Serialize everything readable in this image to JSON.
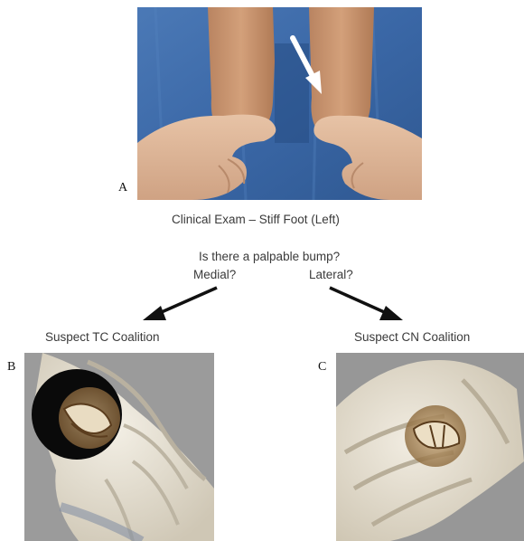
{
  "panel_a": {
    "letter": "A",
    "caption": "Clinical Exam – Stiff Foot (Left)"
  },
  "question": {
    "line1": "Is there a palpable bump?",
    "medial": "Medial?",
    "lateral": "Lateral?"
  },
  "panel_b": {
    "letter": "B",
    "heading": "Suspect TC Coalition"
  },
  "panel_c": {
    "letter": "C",
    "heading": "Suspect CN Coalition"
  },
  "colors": {
    "drape": "#3f6fae",
    "bone": "#e8e3d6",
    "ct_background": "#9a9a9a",
    "arrow": "#111111"
  }
}
